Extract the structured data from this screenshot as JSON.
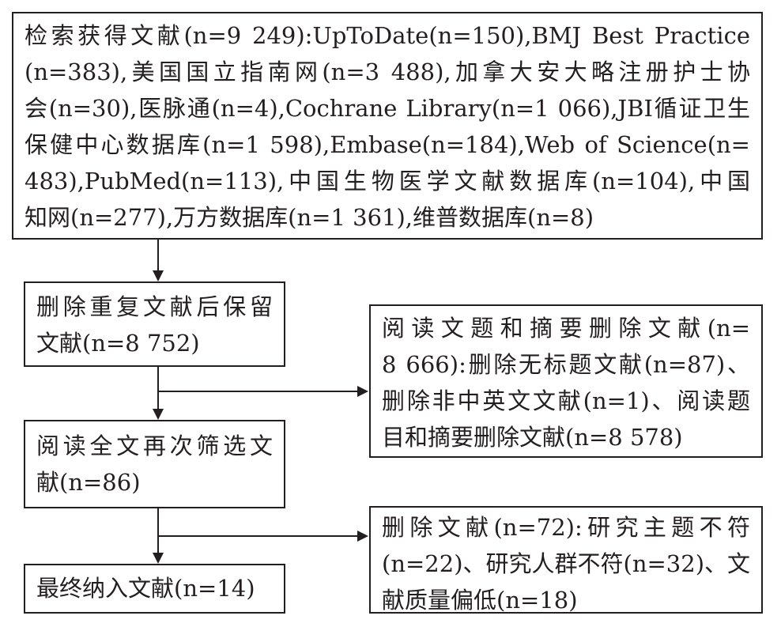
{
  "boxes": {
    "search": {
      "lines": [
        "检索获得文献(n=9 249):UpToDate(n=150),BMJ Best Practice",
        "(n=383),美国国立指南网(n=3 488),加拿大安大略注册护士协",
        "会(n=30),医脉通(n=4),Cochrane Library(n=1 066),JBI循证卫生",
        "保健中心数据库(n=1 598),Embase(n=184),Web of Science(n=",
        "483),PubMed(n=113),中国生物医学文献数据库(n=104),中国",
        "知网(n=277),万方数据库(n=1 361),维普数据库(n=8)"
      ]
    },
    "dedup": {
      "lines": [
        "删除重复文献后保留",
        "文献(n=8 752)"
      ]
    },
    "title_abstract_excluded": {
      "lines": [
        "阅读文题和摘要删除文献(n=",
        "8 666):删除无标题文献(n=87)、",
        "删除非中英文文献(n=1)、阅读题",
        "目和摘要删除文献(n=8 578)"
      ]
    },
    "fulltext": {
      "lines": [
        "阅读全文再次筛选文",
        "献(n=86)"
      ]
    },
    "fulltext_excluded": {
      "lines": [
        "删除文献(n=72):研究主题不符",
        "(n=22)、研究人群不符(n=32)、文",
        "献质量偏低(n=18)"
      ]
    },
    "included": {
      "lines": [
        "最终纳入文献(n=14)"
      ]
    }
  }
}
